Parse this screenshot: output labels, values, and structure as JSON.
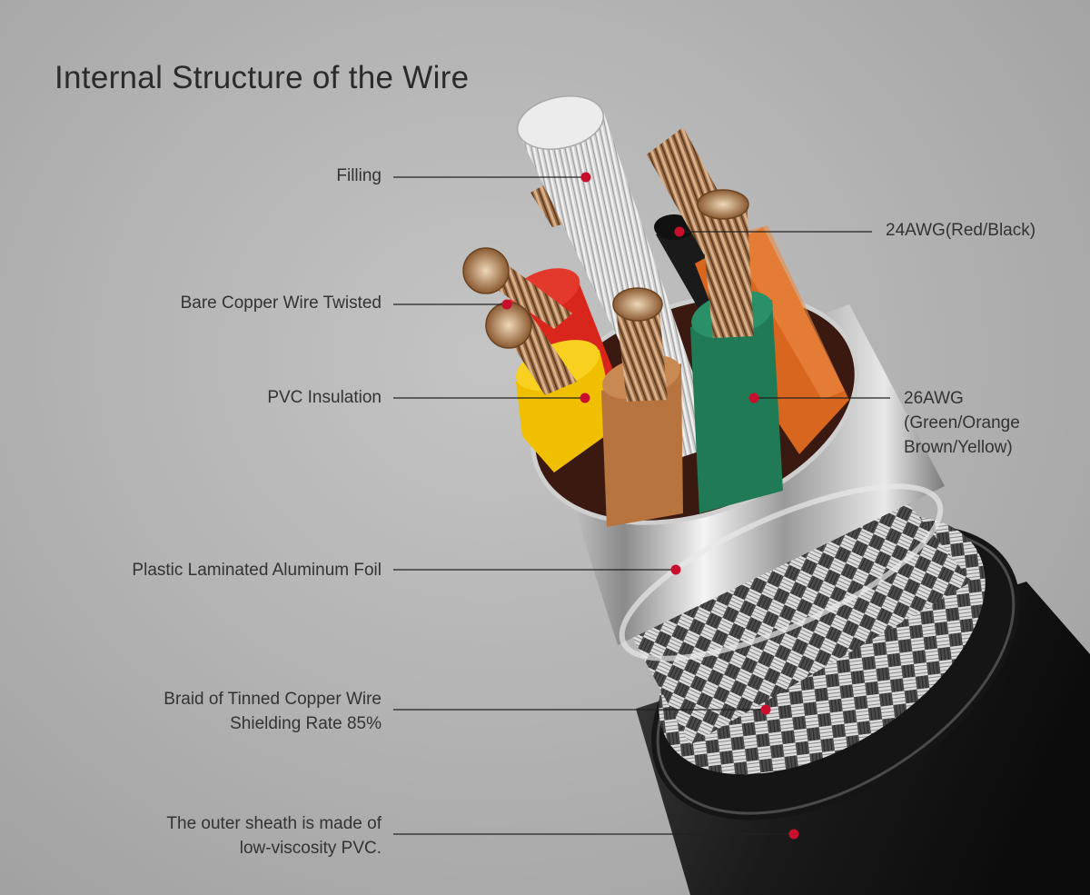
{
  "title": "Internal Structure of the Wire",
  "labels": {
    "filling": "Filling",
    "bare_copper": "Bare Copper Wire Twisted",
    "pvc_insulation": "PVC Insulation",
    "aluminum_foil": "Plastic Laminated Aluminum Foil",
    "braid_line1": "Braid of Tinned Copper Wire",
    "braid_line2": "Shielding Rate 85%",
    "sheath_line1": "The outer sheath is made of",
    "sheath_line2": "low-viscosity PVC.",
    "awg24": "24AWG(Red/Black)",
    "awg26_line1": "26AWG",
    "awg26_line2": "(Green/Orange",
    "awg26_line3": "Brown/Yellow)"
  },
  "colors": {
    "marker": "#c8102e",
    "leader_line": "#222222",
    "sheath": "#1e1e1e",
    "red_insulation": "#d8261c",
    "black_insulation": "#1a1a1a",
    "green_insulation": "#1f7a55",
    "orange_insulation": "#d9661e",
    "brown_insulation": "#b8743e",
    "yellow_insulation": "#f0c000",
    "copper": "#a87a52",
    "filling": "#d8d8d8"
  }
}
